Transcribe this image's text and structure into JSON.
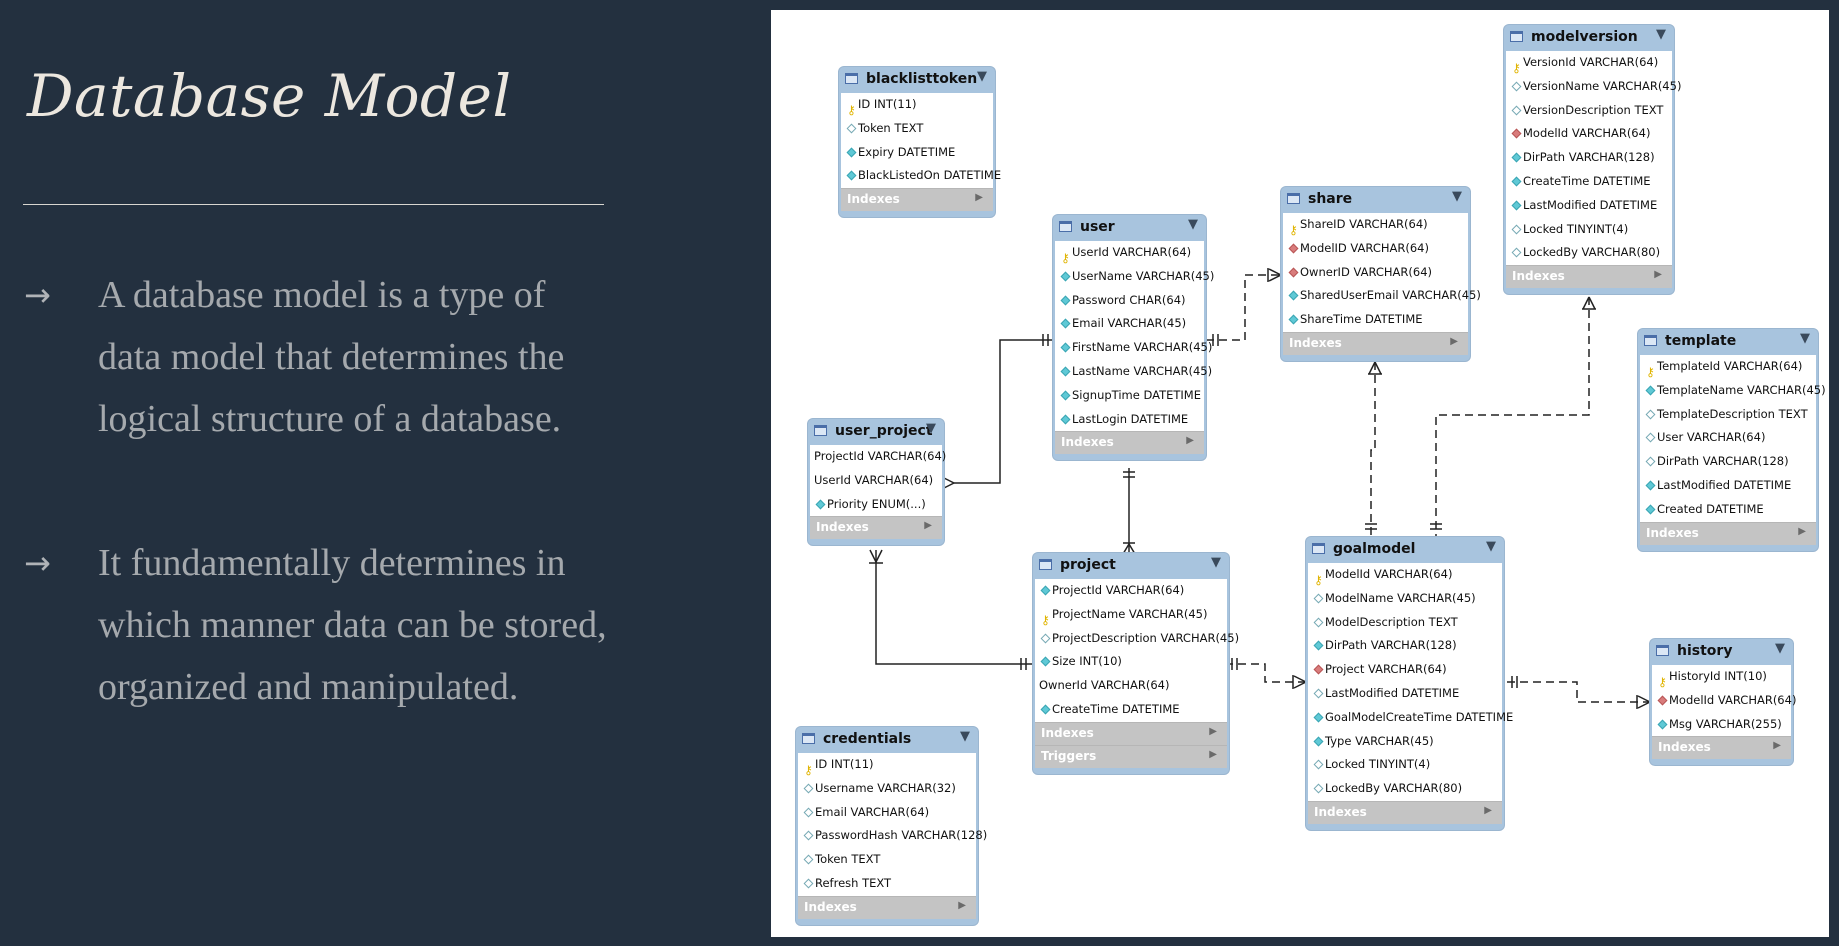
{
  "slide": {
    "title": "Database Model",
    "bullets": [
      "A database model is a type of  data model that determines the logical structure of  a database.",
      " It fundamentally determines in which manner data can be stored, organized and manipulated."
    ],
    "bullet_marker": "→"
  },
  "diagram": {
    "section_indexes": "Indexes",
    "section_triggers": "Triggers",
    "tables": [
      {
        "id": "blacklisttoken",
        "name": "blacklisttoken",
        "columns": [
          {
            "text": "ID INT(11)",
            "mark": "pk"
          },
          {
            "text": "Token TEXT",
            "mark": "nl"
          },
          {
            "text": "Expiry DATETIME",
            "mark": "nn"
          },
          {
            "text": "BlackListedOn DATETIME",
            "mark": "nn"
          }
        ],
        "sections": [
          "Indexes"
        ]
      },
      {
        "id": "user",
        "name": "user",
        "columns": [
          {
            "text": "UserId VARCHAR(64)",
            "mark": "pk"
          },
          {
            "text": "UserName VARCHAR(45)",
            "mark": "nn"
          },
          {
            "text": "Password CHAR(64)",
            "mark": "nn"
          },
          {
            "text": "Email VARCHAR(45)",
            "mark": "nn"
          },
          {
            "text": "FirstName VARCHAR(45)",
            "mark": "nn"
          },
          {
            "text": "LastName VARCHAR(45)",
            "mark": "nn"
          },
          {
            "text": "SignupTime DATETIME",
            "mark": "nn"
          },
          {
            "text": "LastLogin DATETIME",
            "mark": "nn"
          }
        ],
        "sections": [
          "Indexes"
        ]
      },
      {
        "id": "share",
        "name": "share",
        "columns": [
          {
            "text": "ShareID VARCHAR(64)",
            "mark": "pk"
          },
          {
            "text": "ModelID VARCHAR(64)",
            "mark": "fk"
          },
          {
            "text": "OwnerID VARCHAR(64)",
            "mark": "fk"
          },
          {
            "text": "SharedUserEmail VARCHAR(45)",
            "mark": "nn"
          },
          {
            "text": "ShareTime DATETIME",
            "mark": "nn"
          }
        ],
        "sections": [
          "Indexes"
        ]
      },
      {
        "id": "modelversion",
        "name": "modelversion",
        "columns": [
          {
            "text": "VersionId VARCHAR(64)",
            "mark": "pk"
          },
          {
            "text": "VersionName VARCHAR(45)",
            "mark": "nl"
          },
          {
            "text": "VersionDescription TEXT",
            "mark": "nl"
          },
          {
            "text": "ModelId VARCHAR(64)",
            "mark": "fk"
          },
          {
            "text": "DirPath VARCHAR(128)",
            "mark": "nn"
          },
          {
            "text": "CreateTime DATETIME",
            "mark": "nn"
          },
          {
            "text": "LastModified DATETIME",
            "mark": "nn"
          },
          {
            "text": "Locked TINYINT(4)",
            "mark": "nl"
          },
          {
            "text": "LockedBy VARCHAR(80)",
            "mark": "nl"
          }
        ],
        "sections": [
          "Indexes"
        ]
      },
      {
        "id": "template",
        "name": "template",
        "columns": [
          {
            "text": "TemplateId VARCHAR(64)",
            "mark": "pk"
          },
          {
            "text": "TemplateName VARCHAR(45)",
            "mark": "nn"
          },
          {
            "text": "TemplateDescription TEXT",
            "mark": "nl"
          },
          {
            "text": "User VARCHAR(64)",
            "mark": "nl"
          },
          {
            "text": "DirPath VARCHAR(128)",
            "mark": "nl"
          },
          {
            "text": "LastModified DATETIME",
            "mark": "nn"
          },
          {
            "text": "Created DATETIME",
            "mark": "nn"
          }
        ],
        "sections": [
          "Indexes"
        ]
      },
      {
        "id": "user_project",
        "name": "user_project",
        "columns": [
          {
            "text": "ProjectId VARCHAR(64)",
            "mark": "none"
          },
          {
            "text": "UserId VARCHAR(64)",
            "mark": "none"
          },
          {
            "text": "Priority ENUM(...)",
            "mark": "nn"
          }
        ],
        "sections": [
          "Indexes"
        ]
      },
      {
        "id": "project",
        "name": "project",
        "columns": [
          {
            "text": "ProjectId VARCHAR(64)",
            "mark": "nn"
          },
          {
            "text": "ProjectName VARCHAR(45)",
            "mark": "pk"
          },
          {
            "text": "ProjectDescription VARCHAR(45)",
            "mark": "nl"
          },
          {
            "text": "Size INT(10)",
            "mark": "nn"
          },
          {
            "text": "OwnerId VARCHAR(64)",
            "mark": "none"
          },
          {
            "text": "CreateTime DATETIME",
            "mark": "nn"
          }
        ],
        "sections": [
          "Indexes",
          "Triggers"
        ]
      },
      {
        "id": "goalmodel",
        "name": "goalmodel",
        "columns": [
          {
            "text": "ModelId VARCHAR(64)",
            "mark": "pk"
          },
          {
            "text": "ModelName VARCHAR(45)",
            "mark": "nl"
          },
          {
            "text": "ModelDescription TEXT",
            "mark": "nl"
          },
          {
            "text": "DirPath VARCHAR(128)",
            "mark": "nn"
          },
          {
            "text": "Project VARCHAR(64)",
            "mark": "fk"
          },
          {
            "text": "LastModified DATETIME",
            "mark": "nl"
          },
          {
            "text": "GoalModelCreateTime DATETIME",
            "mark": "nn"
          },
          {
            "text": "Type VARCHAR(45)",
            "mark": "nn"
          },
          {
            "text": "Locked TINYINT(4)",
            "mark": "nl"
          },
          {
            "text": "LockedBy VARCHAR(80)",
            "mark": "nl"
          }
        ],
        "sections": [
          "Indexes"
        ]
      },
      {
        "id": "history",
        "name": "history",
        "columns": [
          {
            "text": "HistoryId INT(10)",
            "mark": "pk"
          },
          {
            "text": "ModelId VARCHAR(64)",
            "mark": "fk"
          },
          {
            "text": "Msg VARCHAR(255)",
            "mark": "nn"
          }
        ],
        "sections": [
          "Indexes"
        ]
      },
      {
        "id": "credentials",
        "name": "credentials",
        "columns": [
          {
            "text": "ID INT(11)",
            "mark": "pk"
          },
          {
            "text": "Username VARCHAR(32)",
            "mark": "nl"
          },
          {
            "text": "Email VARCHAR(64)",
            "mark": "nl"
          },
          {
            "text": "PasswordHash VARCHAR(128)",
            "mark": "nl"
          },
          {
            "text": "Token TEXT",
            "mark": "nl"
          },
          {
            "text": "Refresh TEXT",
            "mark": "nl"
          }
        ],
        "sections": [
          "Indexes"
        ]
      }
    ]
  }
}
